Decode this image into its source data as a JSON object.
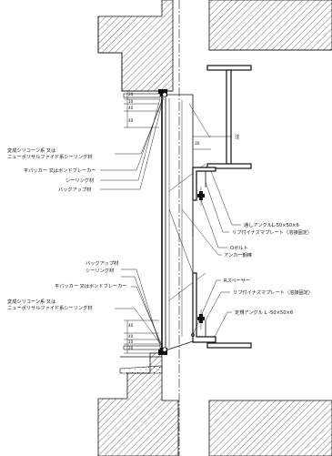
{
  "labels_left_upper": [
    {
      "text": "変成シリコーン系 又は"
    },
    {
      "text": "ニューポリサルファイド系シーリング材"
    },
    {
      "text": "平パッカー 又はボンドブレーカー"
    },
    {
      "text": "シーリング材"
    },
    {
      "text": "バックアップ材"
    }
  ],
  "labels_left_lower": [
    {
      "text": "バックアップ材"
    },
    {
      "text": "シーリング材"
    },
    {
      "text": "平パッカー 又はボンドブレーカー"
    },
    {
      "text": "変成シリコーン系 又は"
    },
    {
      "text": "ニューポリサルファイド系シーリング材"
    }
  ],
  "labels_right": [
    {
      "text": "注"
    },
    {
      "text": "通しアングルL-50×50×6"
    },
    {
      "text": "リブ付イナズマプレート（溶接固定）"
    },
    {
      "text": "Oボルト"
    },
    {
      "text": "アンカー鋼棒"
    },
    {
      "text": "Rスペーサー"
    },
    {
      "text": "リブ付イナズマプレート（溶接固定）"
    },
    {
      "text": "定規アングル L -50×50×6"
    }
  ],
  "dimensions_upper": [
    "20",
    "10",
    "40",
    "40"
  ],
  "dimension_side": "30",
  "dimensions_lower": [
    "40",
    "40",
    "10",
    "20"
  ]
}
